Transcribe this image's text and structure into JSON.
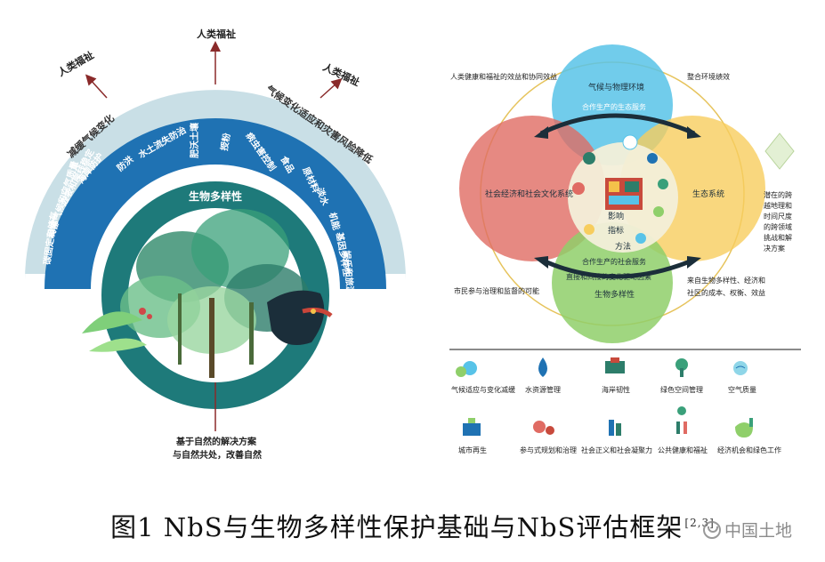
{
  "left": {
    "top_labels": [
      "人类福祉",
      "人类福祉",
      "人类福祉"
    ],
    "outer_arc_left": "减缓气候变化",
    "outer_arc_right": "气候变化适应和灾害风险降低",
    "inner_items": [
      "碳固定和储存",
      "局部气候和空气质量",
      "边坡和岸线稳定",
      "海岸防护",
      "防洪",
      "水土流失防治",
      "肥沃土壤",
      "授粉",
      "病虫害控制",
      "食品",
      "原材料",
      "淡水",
      "机能",
      "基因多样性",
      "娱乐和旅游"
    ],
    "ring_label": "生物多样性",
    "bottom_text_1": "基于自然的解决方案",
    "bottom_text_2": "与自然共处，改善自然"
  },
  "right": {
    "circle_top": "气候与物理环境",
    "circle_left": "社会经济和社会文化系统",
    "circle_right": "生态系统",
    "circle_bottom": "生物多样性",
    "arrow_top": "合作生产的生态服务",
    "arrow_bottom": "合作生产的社会服务",
    "center_1": "影响",
    "center_2": "指标",
    "center_3": "方法",
    "drivers": "直接和间接的变化驱动因素",
    "corner_tl": "人类健康和福祉的效益和协同效益",
    "corner_tr": "整合环境绩效",
    "corner_bl": "市民参与治理和监督的可能",
    "corner_br": [
      "来自生物多样性、经济和",
      "社区的成本、权衡、效益"
    ],
    "side_note": [
      "潜在的跨",
      "越地理和",
      "时间尺度",
      "的跨领域",
      "挑战和解",
      "决方案"
    ]
  },
  "legend": {
    "row1": [
      {
        "icon": "cloud-rain-icon",
        "label": "气候适应与变化减缓"
      },
      {
        "icon": "water-drop-icon",
        "label": "水资源管理"
      },
      {
        "icon": "coast-icon",
        "label": "海岸韧性"
      },
      {
        "icon": "tree-icon",
        "label": "绿色空间管理"
      },
      {
        "icon": "air-icon",
        "label": "空气质量"
      }
    ],
    "row2": [
      {
        "icon": "city-icon",
        "label": "城市再生"
      },
      {
        "icon": "handshake-icon",
        "label": "参与式规划和治理"
      },
      {
        "icon": "justice-icon",
        "label": "社会正义和社会凝聚力"
      },
      {
        "icon": "health-icon",
        "label": "公共健康和福祉"
      },
      {
        "icon": "money-icon",
        "label": "经济机会和绿色工作"
      }
    ]
  },
  "caption": {
    "text": "图1 NbS与生物多样性保护基础与NbS评估框架",
    "ref": "[2,3]"
  },
  "watermark": "中国土地",
  "colors": {
    "outer_arc": "#c9dfe6",
    "middle_band": "#1f72b3",
    "inner_ring": "#1e7a7a",
    "circle_top": "#58c3e8",
    "circle_left": "#e06b63",
    "circle_right": "#f7cd5e",
    "circle_bottom": "#8fcf6a"
  }
}
